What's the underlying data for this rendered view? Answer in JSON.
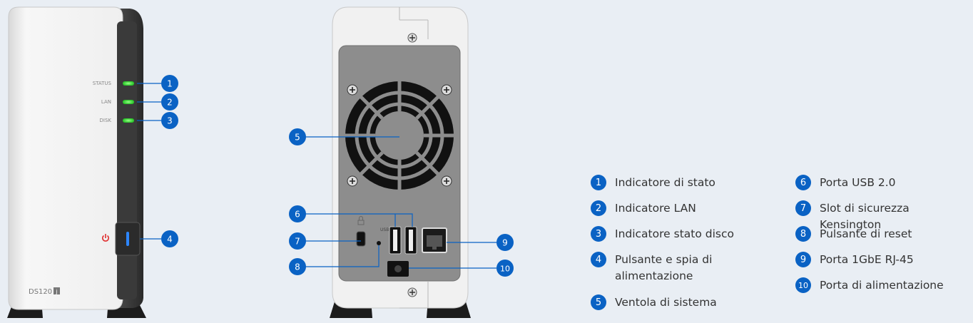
{
  "front": {
    "led_labels": [
      "STATUS",
      "LAN",
      "DISK"
    ],
    "model_label": "DS120",
    "model_suffix": "j"
  },
  "rear": {
    "usb_label": "USB"
  },
  "callouts": [
    "1",
    "2",
    "3",
    "4",
    "5",
    "6",
    "7",
    "8",
    "9",
    "10"
  ],
  "legend": [
    {
      "num": "1",
      "text": "Indicatore di stato"
    },
    {
      "num": "2",
      "text": "Indicatore LAN"
    },
    {
      "num": "3",
      "text": "Indicatore stato disco"
    },
    {
      "num": "4",
      "text": "Pulsante e spia di\nalimentazione"
    },
    {
      "num": "5",
      "text": "Ventola di sistema"
    },
    {
      "num": "6",
      "text": "Porta USB 2.0"
    },
    {
      "num": "7",
      "text": "Slot di sicurezza Kensington"
    },
    {
      "num": "8",
      "text": "Pulsante di reset"
    },
    {
      "num": "9",
      "text": "Porta 1GbE RJ-45"
    },
    {
      "num": "10",
      "text": "Porta di alimentazione"
    }
  ],
  "colors": {
    "background": "#e9eef4",
    "callout_blue": "#0a62c4",
    "led_green": "#3ddc3d",
    "power_red": "#e03030"
  }
}
